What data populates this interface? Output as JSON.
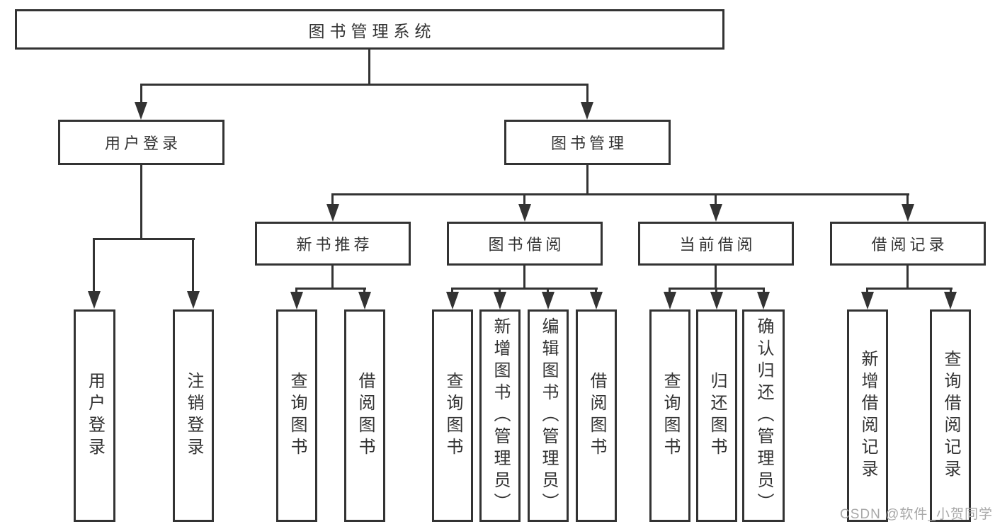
{
  "diagram_type": "hierarchy-diagram",
  "colors": {
    "line": "#333333",
    "text": "#333333",
    "watermark_gray": "#a8a8a8",
    "background": "#ffffff"
  },
  "tree": {
    "label": "图书管理系统",
    "children": [
      {
        "label": "用户登录",
        "children": [
          {
            "label": "用户登录"
          },
          {
            "label": "注销登录"
          }
        ]
      },
      {
        "label": "图书管理",
        "children": [
          {
            "label": "新书推荐",
            "children": [
              {
                "label": "查询图书"
              },
              {
                "label": "借阅图书"
              }
            ]
          },
          {
            "label": "图书借阅",
            "children": [
              {
                "label": "查询图书"
              },
              {
                "label": "新增图书（管理员）"
              },
              {
                "label": "编辑图书（管理员）"
              },
              {
                "label": "借阅图书"
              }
            ]
          },
          {
            "label": "当前借阅",
            "children": [
              {
                "label": "查询图书"
              },
              {
                "label": "归还图书"
              },
              {
                "label": "确认归还（管理员）"
              }
            ]
          },
          {
            "label": "借阅记录",
            "children": [
              {
                "label": "新增借阅记录"
              },
              {
                "label": "查询借阅记录"
              }
            ]
          }
        ]
      }
    ]
  },
  "watermark": {
    "text": "CSDN @软件_小贺同学"
  }
}
